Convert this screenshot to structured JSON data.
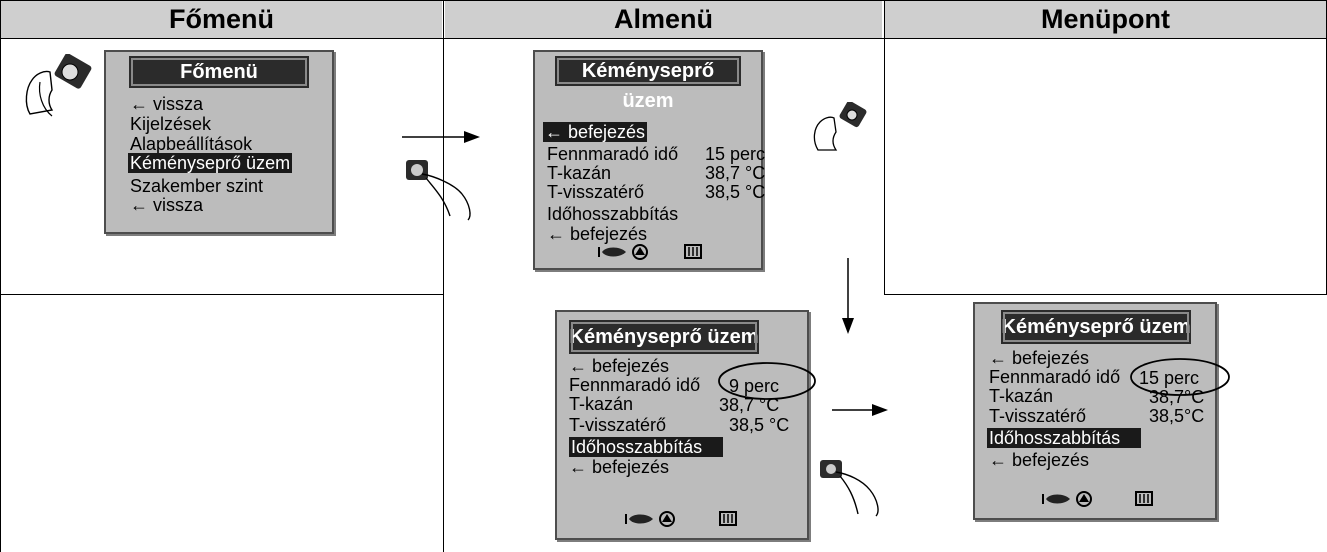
{
  "headers": {
    "col1": "Főmenü",
    "col2": "Almenü",
    "col3": "Menüpont"
  },
  "main_menu": {
    "title": "Főmenü",
    "items": [
      "← vissza",
      "Kijelzések",
      "Alapbeállítások",
      "Kéményseprő üzem",
      "Szakember szint",
      "← vissza"
    ],
    "selected_index": 3
  },
  "submenu_top": {
    "title": "Kéményseprő üzem",
    "rows": [
      {
        "label": "← befejezés",
        "value": ""
      },
      {
        "label": "Fennmaradó idő",
        "value": "15 perc"
      },
      {
        "label": "T-kazán",
        "value": "38,7 °C"
      },
      {
        "label": "T-visszatérő",
        "value": "38,5 °C"
      },
      {
        "label": "Időhosszabbítás",
        "value": ""
      },
      {
        "label": "← befejezés",
        "value": ""
      }
    ],
    "selected_index": 0
  },
  "submenu_mid": {
    "title": "Kéményseprő üzem",
    "rows": [
      {
        "label": "← befejezés",
        "value": ""
      },
      {
        "label": "Fennmaradó idő",
        "value": "9 perc"
      },
      {
        "label": "T-kazán",
        "value": "38,7 °C"
      },
      {
        "label": "T-visszatérő",
        "value": "38,5 °C"
      },
      {
        "label": "Időhosszabbítás",
        "value": ""
      },
      {
        "label": "← befejezés",
        "value": ""
      }
    ],
    "selected_index": 4
  },
  "submenu_right": {
    "title": "Kéményseprő üzem",
    "rows": [
      {
        "label": "← befejezés",
        "value": ""
      },
      {
        "label": "Fennmaradó idő",
        "value": "15 perc"
      },
      {
        "label": "T-kazán",
        "value": "38,7°C"
      },
      {
        "label": "T-visszatérő",
        "value": "38,5°C"
      },
      {
        "label": "Időhosszabbítás",
        "value": ""
      },
      {
        "label": "← befejezés",
        "value": ""
      }
    ],
    "selected_index": 4
  },
  "icons": [
    "burner-icon",
    "pump-icon",
    "radiator-icon",
    "rotary-knob-hand-icon",
    "pressing-hand-icon",
    "arrow-right-icon",
    "arrow-down-icon"
  ]
}
